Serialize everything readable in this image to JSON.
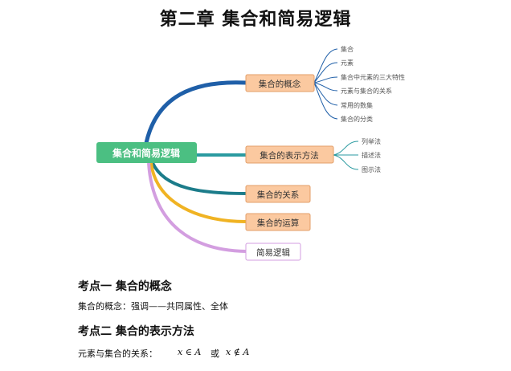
{
  "title": "第二章  集合和简易逻辑",
  "mindmap": {
    "root": "集合和简易逻辑",
    "branches": [
      {
        "label": "集合的概念",
        "color": "#1f5fa8",
        "fill": "#fbc9a0",
        "border": "#e39f6a",
        "children": [
          "集合",
          "元素",
          "集合中元素的三大特性",
          "元素与集合的关系",
          "常用的数集",
          "集合的分类"
        ]
      },
      {
        "label": "集合的表示方法",
        "color": "#2a9aa0",
        "fill": "#fbc9a0",
        "border": "#e39f6a",
        "children": [
          "列举法",
          "描述法",
          "图示法"
        ]
      },
      {
        "label": "集合的关系",
        "color": "#1c7c8a",
        "fill": "#fbc9a0",
        "border": "#e39f6a",
        "children": []
      },
      {
        "label": "集合的运算",
        "color": "#f0b323",
        "fill": "#fbc9a0",
        "border": "#e39f6a",
        "children": []
      },
      {
        "label": "简易逻辑",
        "color": "#d39ee0",
        "fill": "#ffffff",
        "border": "#d39ee0",
        "children": []
      }
    ]
  },
  "sections": [
    {
      "heading": "考点一  集合的概念",
      "text": "集合的概念：强调——共同属性、全体"
    },
    {
      "heading": "考点二  集合的表示方法",
      "text": "元素与集合的关系："
    }
  ],
  "relation": {
    "in": "x ∈ A",
    "or": "或",
    "notin": "x ∉ A"
  }
}
